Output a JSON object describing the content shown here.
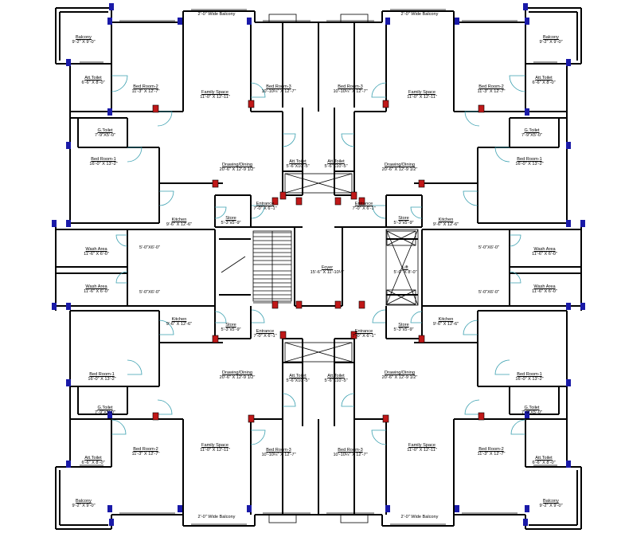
{
  "plan": {
    "colors": {
      "wall": "#000000",
      "column_blue": "#1a1aa8",
      "column_red": "#c01818",
      "door": "#3aa0b0"
    },
    "balconies": {
      "top_left": "2'-0\" Wide Balcony",
      "top_right": "2'-0\" Wide Balcony",
      "bottom_left": "2'-0\" Wide Balcony",
      "bottom_right": "2'-0\" Wide Balcony"
    },
    "rooms": [
      {
        "name": "Balcony",
        "dim": "9'-2\" X 9'-0\""
      },
      {
        "name": "Balcony",
        "dim": "9'-2\" X 9'-0\""
      },
      {
        "name": "Att.Toilet",
        "dim": "6'-6\" X 8'-0\""
      },
      {
        "name": "Att.Toilet",
        "dim": "6'-6\" X 8'-0\""
      },
      {
        "name": "Bed Room-2",
        "dim": "11'-3\" X 12'-7\""
      },
      {
        "name": "Bed Room-2",
        "dim": "11'-3\" X 12'-7\""
      },
      {
        "name": "Family Space",
        "dim": "11'-0\" X 12'-11\""
      },
      {
        "name": "Family Space",
        "dim": "11'-0\" X 12'-11\""
      },
      {
        "name": "Bed Room-3",
        "dim": "10'-10¼\" X 12'-7\""
      },
      {
        "name": "Bed Room-3",
        "dim": "10'-10¼\" X 12'-7\""
      },
      {
        "name": "G.Toilet",
        "dim": "7'-9\"X5'-0\""
      },
      {
        "name": "G.Toilet",
        "dim": "7'-9\"X5'-0\""
      },
      {
        "name": "Bed Room-1",
        "dim": "16'-0\" X 13'-2\""
      },
      {
        "name": "Bed Room-1",
        "dim": "16'-0\" X 13'-2\""
      },
      {
        "name": "Drawing/Dining",
        "dim": "20'-6\" X 12'-9 1/2\""
      },
      {
        "name": "Drawing/Dining",
        "dim": "20'-6\" X 12'-9 1/2\""
      },
      {
        "name": "Att.Toilet",
        "dim": "5'-6\"X10'-5\""
      },
      {
        "name": "Att.Toilet",
        "dim": "5'-6\"X10'-5\""
      },
      {
        "name": "Entrance",
        "dim": "7'-0\" X 6'-1\""
      },
      {
        "name": "Entrance",
        "dim": "7'-0\" X 6'-1\""
      },
      {
        "name": "Store",
        "dim": "5'-3\"x5'-9\""
      },
      {
        "name": "Store",
        "dim": "5'-3\"x5'-9\""
      },
      {
        "name": "Kitchen",
        "dim": "9'-6\" X 12'-6\""
      },
      {
        "name": "Kitchen",
        "dim": "9'-6\" X 12'-6\""
      },
      {
        "name": "Wash Area",
        "dim": "11'-6\" X 6'-0\""
      },
      {
        "name": "Wash Area",
        "dim": "11'-6\" X 6'-0\""
      },
      {
        "name": "",
        "dim": "5'-0\"X6'-0\""
      },
      {
        "name": "",
        "dim": "5'-0\"X6'-0\""
      },
      {
        "name": "Foyer",
        "dim": "15'-6\" X 11'-10¼\""
      },
      {
        "name": "Lift",
        "dim": "5'-0\" X 8'-0\""
      },
      {
        "name": "Wash Area",
        "dim": "11'-6\" X 6'-0\""
      },
      {
        "name": "Wash Area",
        "dim": "11'-6\" X 6'-0\""
      },
      {
        "name": "",
        "dim": "5'-0\"X6'-0\""
      },
      {
        "name": "",
        "dim": "5'-0\"X6'-0\""
      },
      {
        "name": "Kitchen",
        "dim": "9'-6\" X 12'-6\""
      },
      {
        "name": "Kitchen",
        "dim": "9'-6\" X 12'-6\""
      },
      {
        "name": "Store",
        "dim": "5'-3\"x5'-9\""
      },
      {
        "name": "Store",
        "dim": "5'-3\"x5'-9\""
      },
      {
        "name": "Entrance",
        "dim": "7'-0\" X 6'-1\""
      },
      {
        "name": "Entrance",
        "dim": "7'-0\" X 6'-1\""
      },
      {
        "name": "Bed Room-1",
        "dim": "16'-0\" X 13'-2\""
      },
      {
        "name": "Bed Room-1",
        "dim": "16'-0\" X 13'-2\""
      },
      {
        "name": "Drawing/Dining",
        "dim": "20'-6\" X 12'-9 1/2\""
      },
      {
        "name": "Drawing/Dining",
        "dim": "20'-6\" X 12'-9 1/2\""
      },
      {
        "name": "Att.Toilet",
        "dim": "5'-6\"X10'-5\""
      },
      {
        "name": "Att.Toilet",
        "dim": "5'-6\"X10'-5\""
      },
      {
        "name": "G.Toilet",
        "dim": "7'-9\"X5'-0\""
      },
      {
        "name": "G.Toilet",
        "dim": "7'-9\"X5'-0\""
      },
      {
        "name": "Att.Toilet",
        "dim": "6'-6\" X 8'-0\""
      },
      {
        "name": "Att.Toilet",
        "dim": "6'-6\" X 8'-0\""
      },
      {
        "name": "Bed Room-2",
        "dim": "11'-3\" X 12'-7\""
      },
      {
        "name": "Bed Room-2",
        "dim": "11'-3\" X 12'-7\""
      },
      {
        "name": "Family Space",
        "dim": "11'-0\" X 12'-11\""
      },
      {
        "name": "Family Space",
        "dim": "11'-0\" X 12'-11\""
      },
      {
        "name": "Bed Room-3",
        "dim": "10'-10¼\" X 12'-7\""
      },
      {
        "name": "Bed Room-3",
        "dim": "10'-10¼\" X 12'-7\""
      },
      {
        "name": "Balcony",
        "dim": "9'-2\" X 9'-0\""
      },
      {
        "name": "Balcony",
        "dim": "9'-2\" X 9'-0\""
      }
    ]
  }
}
